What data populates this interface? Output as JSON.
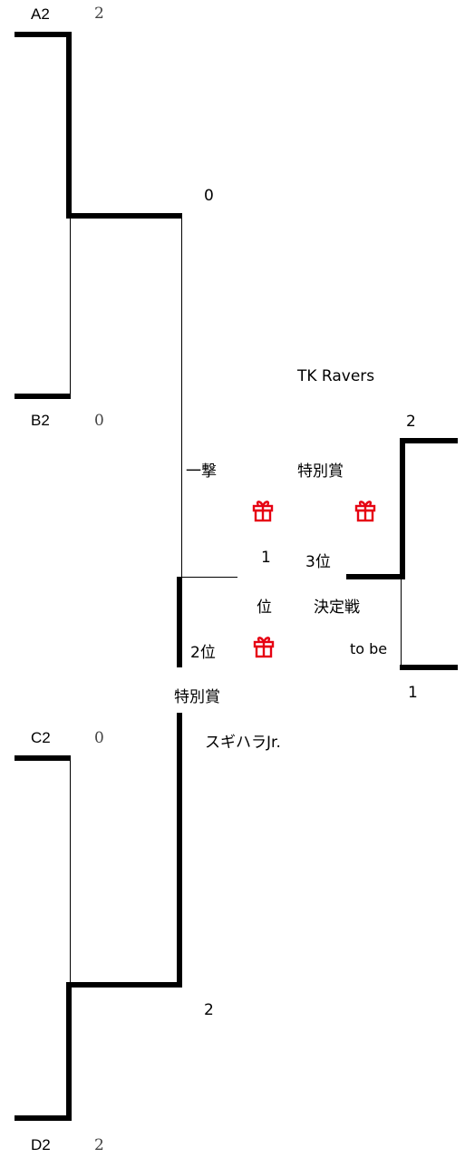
{
  "bracket": {
    "teams": {
      "a2": {
        "seed": "A2",
        "score": "2"
      },
      "b2": {
        "seed": "B2",
        "score": "0"
      },
      "c2": {
        "seed": "C2",
        "score": "0"
      },
      "d2": {
        "seed": "D2",
        "score": "2"
      }
    },
    "semi_top_score": "0",
    "semi_bottom_score": "2",
    "third_place": {
      "team_name": "TK Ravers",
      "top_score": "2",
      "bottom_score": "1",
      "title_line1": "3位",
      "title_line2": "決定戦",
      "placeholder": "to be"
    },
    "final": {
      "place_1_char1": "1",
      "place_1_char2": "位",
      "place_2": "2位",
      "special_prize": "特別賞",
      "special_prize_left": "特別賞",
      "winner_name": "スギハラJr.",
      "ichigeki": "一撃"
    }
  },
  "colors": {
    "gift": "#e60012"
  },
  "icons": [
    "gift-icon"
  ]
}
